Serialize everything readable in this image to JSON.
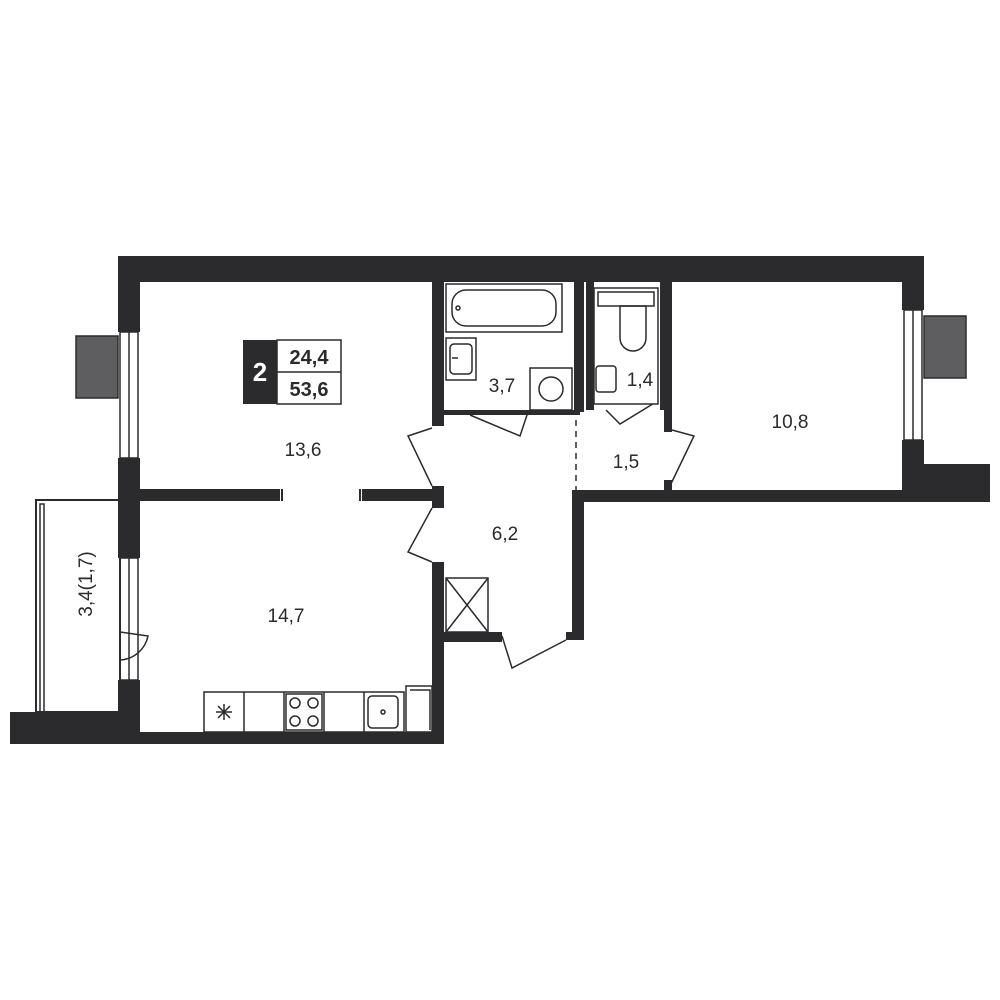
{
  "badge": {
    "rooms": "2",
    "living_area": "24,4",
    "total_area": "53,6"
  },
  "rooms": {
    "living_room": "13,6",
    "kitchen_living": "14,7",
    "bathroom": "3,7",
    "toilet": "1,4",
    "closet": "1,5",
    "hallway": "6,2",
    "bedroom": "10,8",
    "balcony": "3,4(1,7)"
  },
  "colors": {
    "wall": "#2b2b2d",
    "vent": "#5e5e60",
    "background": "#ffffff"
  }
}
